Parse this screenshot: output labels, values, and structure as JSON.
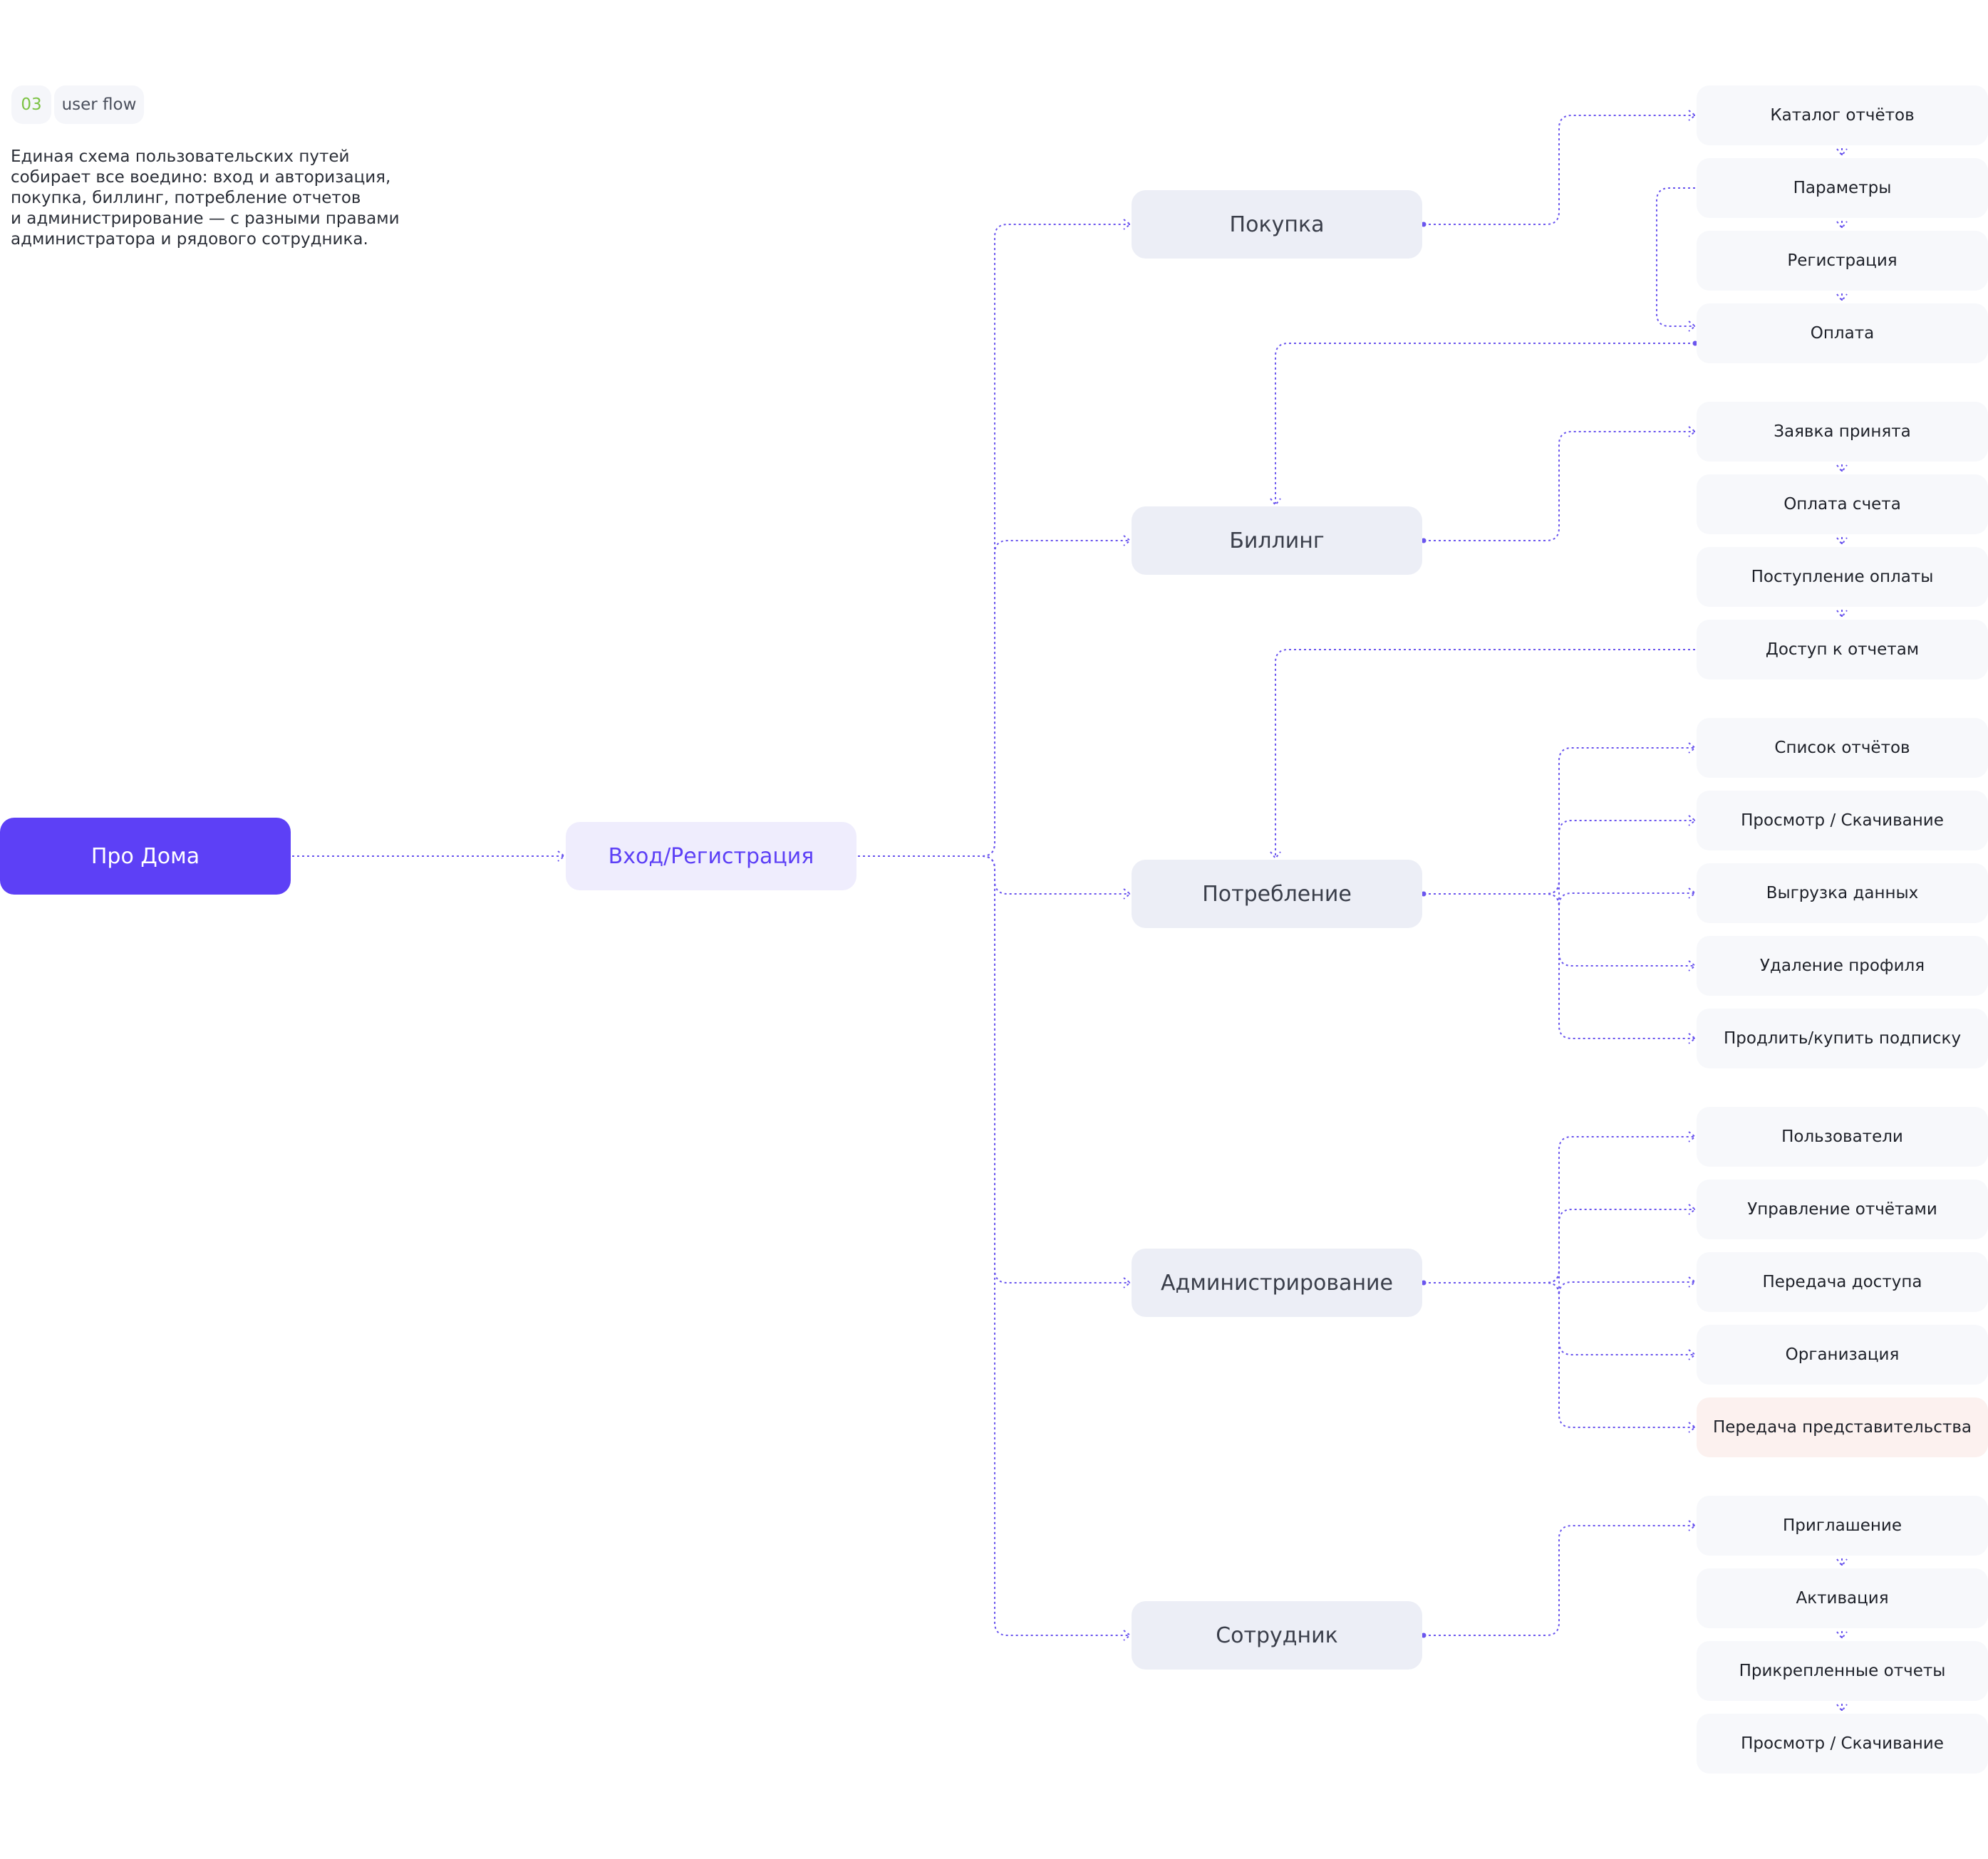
{
  "header": {
    "number": "03",
    "label": "user flow"
  },
  "description": "Единая схема пользовательских путей\nсобирает все воедино: вход и авторизация,\nпокупка, биллинг, потребление отчетов\nи администрирование — с разными правами\nадминистратора и рядового сотрудника.",
  "root": {
    "label": "Про Дома"
  },
  "auth": {
    "label": "Вход/Регистрация"
  },
  "sections": [
    {
      "label": "Покупка",
      "leaves": [
        "Каталог отчётов",
        "Параметры",
        "Регистрация",
        "Оплата"
      ]
    },
    {
      "label": "Биллинг",
      "leaves": [
        "Заявка принята",
        "Оплата счета",
        "Поступление оплаты",
        "Доступ к отчетам"
      ]
    },
    {
      "label": "Потребление",
      "leaves": [
        "Список отчётов",
        "Просмотр / Скачивание",
        "Выгрузка данных",
        "Удаление профиля",
        "Продлить/купить подписку"
      ]
    },
    {
      "label": "Администрирование",
      "leaves": [
        "Пользователи",
        "Управление отчётами",
        "Передача доступа",
        "Организация",
        "Передача представительства"
      ]
    },
    {
      "label": "Сотрудник",
      "leaves": [
        "Приглашение",
        "Активация",
        "Прикрепленные отчеты",
        "Просмотр / Скачивание"
      ]
    }
  ],
  "colors": {
    "accent": "#5d40f6",
    "line": "#6a55ee",
    "section_bg": "#eceef6",
    "leaf_bg": "#f7f8fb",
    "warning_bg": "#fcf1ef",
    "number_green": "#7cc243"
  }
}
